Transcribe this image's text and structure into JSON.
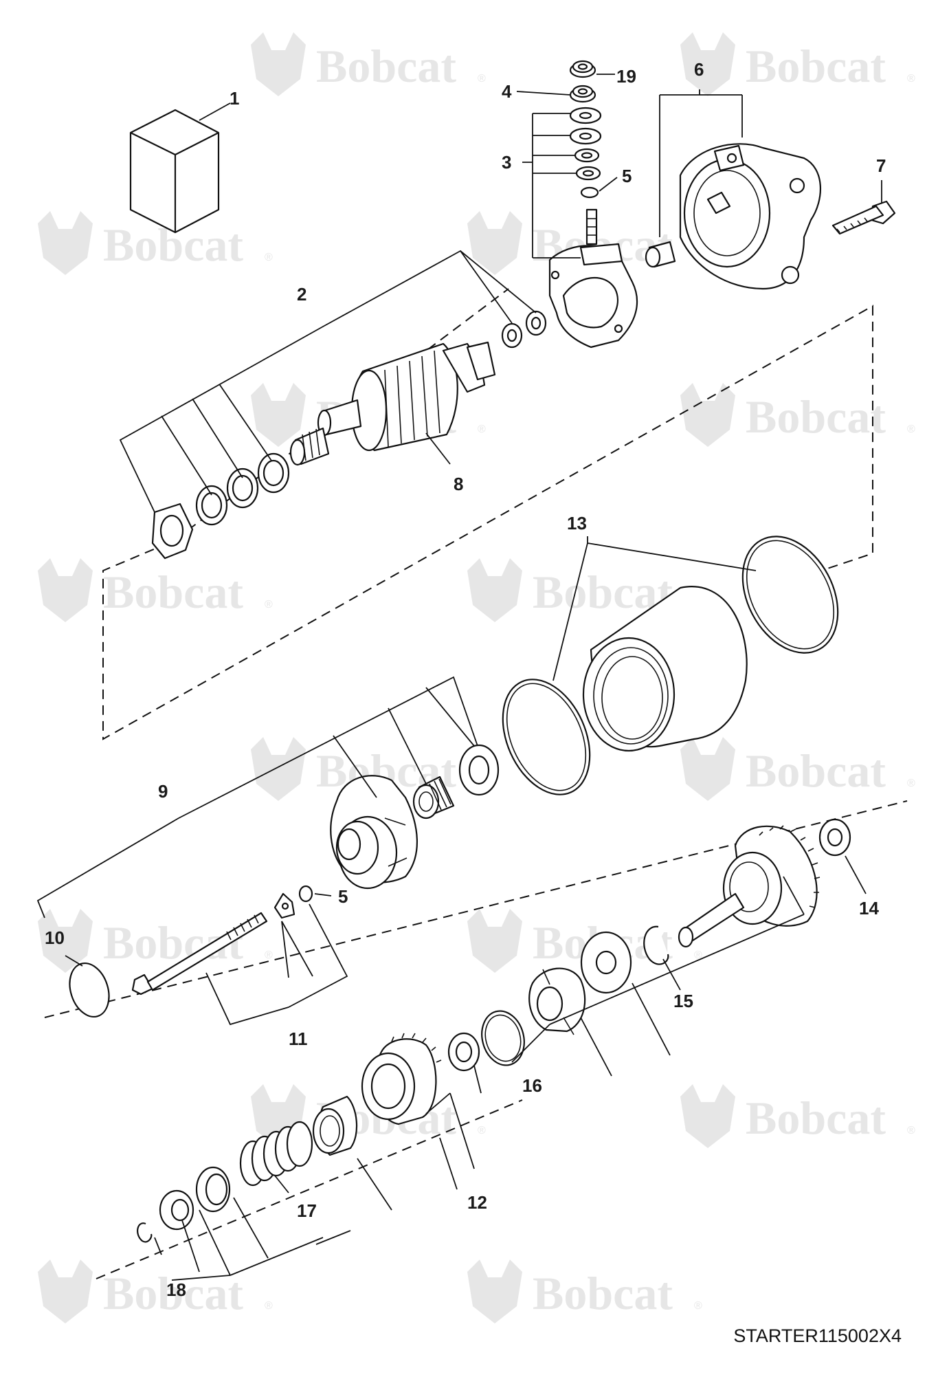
{
  "diagram": {
    "watermark_text": "Bobcat",
    "watermark_mark": "®",
    "drawing_code": "STARTER115002X4",
    "callouts": [
      "1",
      "2",
      "3",
      "4",
      "5",
      "6",
      "7",
      "8",
      "9",
      "10",
      "11",
      "12",
      "13",
      "14",
      "15",
      "16",
      "17",
      "18",
      "19"
    ],
    "callout_5_second": "5",
    "colors": {
      "ink": "#111111",
      "watermark": "#e6e6e6",
      "background": "#ffffff"
    }
  }
}
